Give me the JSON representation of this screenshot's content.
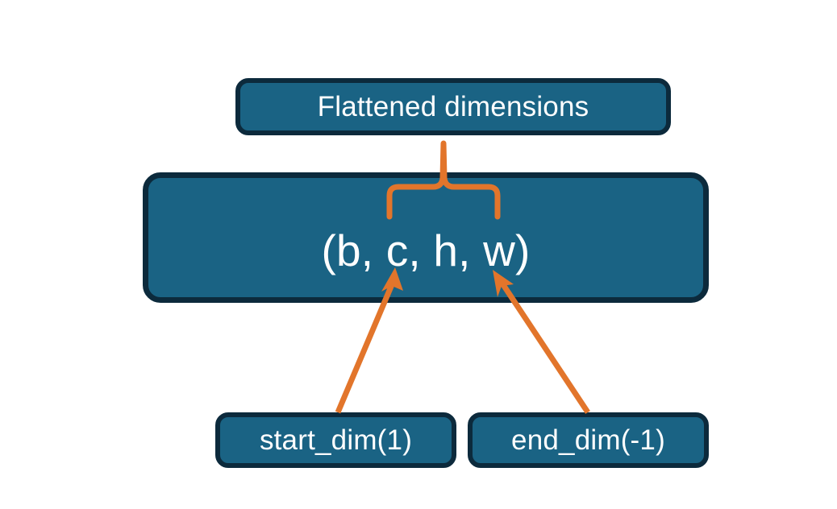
{
  "diagram": {
    "title_note": "PyTorch flatten start_dim / end_dim illustration",
    "background_color": "#ffffff",
    "node_fill_color": "#1a6384",
    "node_border_color": "#0c2a3c",
    "node_text_color": "#ffffff",
    "connector_color": "#e2752b",
    "nodes": [
      {
        "id": "flattened",
        "label": "Flattened dimensions"
      },
      {
        "id": "tuple",
        "label": "(b, c, h, w)"
      },
      {
        "id": "start_dim",
        "label": "start_dim(1)"
      },
      {
        "id": "end_dim",
        "label": "end_dim(-1)"
      }
    ],
    "connectors": [
      {
        "id": "brace",
        "type": "curly-brace",
        "from": "tuple-span-c-to-w",
        "to": "flattened"
      },
      {
        "id": "arrow-start",
        "type": "arrow",
        "from": "start_dim",
        "to": "tuple-element-c"
      },
      {
        "id": "arrow-end",
        "type": "arrow",
        "from": "end_dim",
        "to": "tuple-element-w"
      }
    ]
  }
}
